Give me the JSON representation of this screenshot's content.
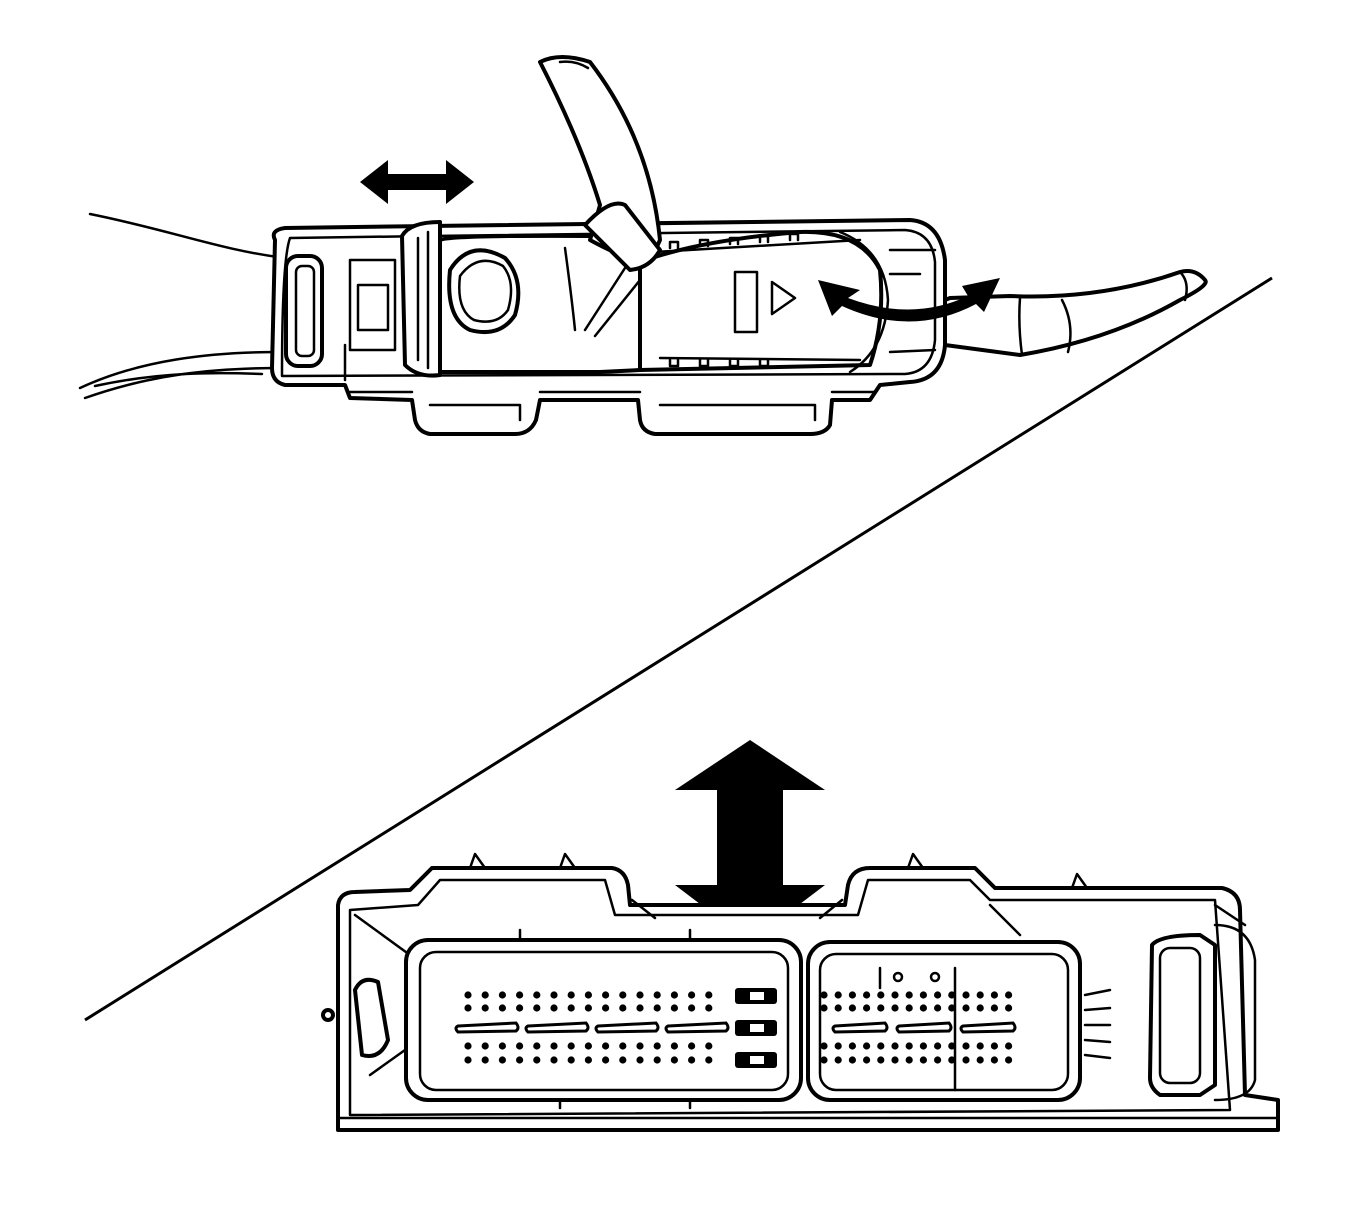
{
  "figure": {
    "kind": "connector-release-illustration",
    "colors": {
      "line": "#000000",
      "background": "#ffffff"
    },
    "upper_view": {
      "description_icons": [
        "slide-arrow-icon",
        "rotate-arrow-icon",
        "finger-icon"
      ]
    },
    "lower_view": {
      "description_icons": [
        "vertical-arrow-icon"
      ],
      "left_block_pins": {
        "rows": [
          15,
          15,
          15,
          15
        ],
        "slots": 4
      },
      "right_block_pins": {
        "rows": [
          14,
          14,
          14,
          14
        ],
        "slots": 3
      }
    }
  }
}
